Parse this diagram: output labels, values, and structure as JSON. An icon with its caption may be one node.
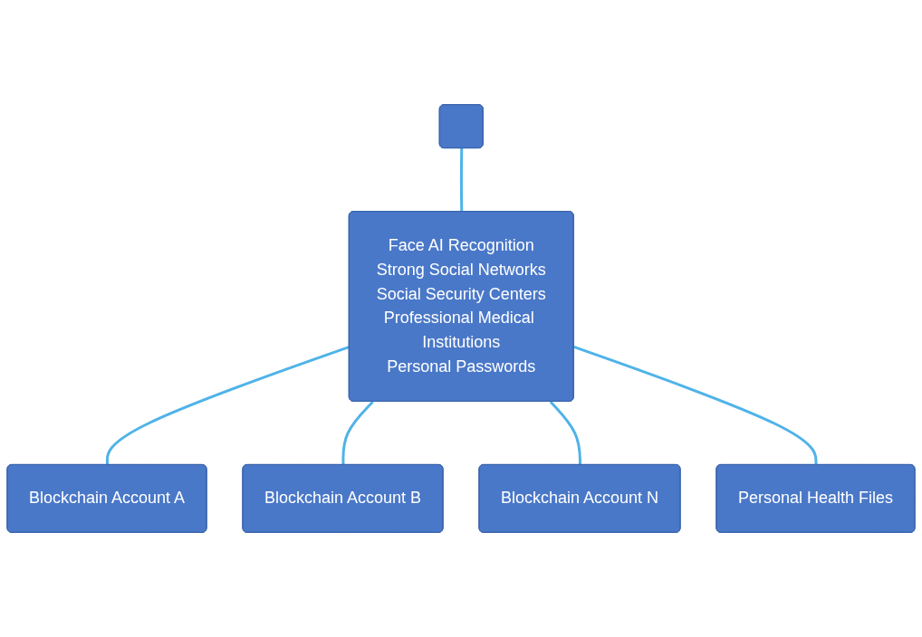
{
  "diagram": {
    "nodes": [
      {
        "text": [],
        "shape": "box"
      },
      {
        "text": [
          "Face AI Recognition",
          "Strong Social Networks",
          "Social Security Centers",
          "Professional Medical Institutions",
          "Personal Passwords"
        ]
      },
      {
        "text": [
          "Blockchain Account A"
        ]
      },
      {
        "text": [
          "Blockchain Account B"
        ]
      },
      {
        "text": [
          "Blockchain Account N"
        ]
      },
      {
        "text": [
          "Personal Health Files"
        ]
      }
    ],
    "edges": [
      {
        "from": 0,
        "to": 1,
        "arrow": "none"
      },
      {
        "from": 1,
        "to": 2,
        "arrow": "none"
      },
      {
        "from": 1,
        "to": 3,
        "arrow": "none"
      },
      {
        "from": 1,
        "to": 4,
        "arrow": "none"
      },
      {
        "from": 1,
        "to": 5,
        "arrow": "none"
      }
    ]
  }
}
